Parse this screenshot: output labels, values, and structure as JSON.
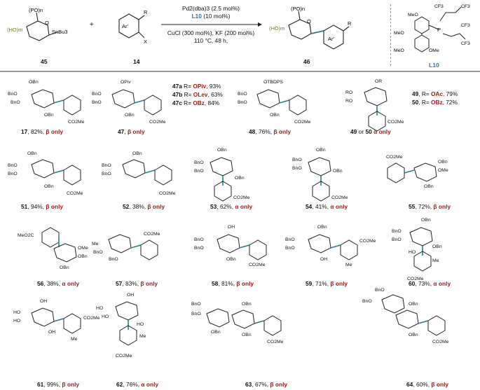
{
  "scheme": {
    "reactant_label": "45",
    "reagent_label": "14",
    "product_label": "46",
    "ligand_label": "L10",
    "conditions": {
      "line1": "Pd2(dba)3 (2.5 mol%)",
      "line2_ligand": "L10",
      "line2_rest": "(10 mol%)",
      "line3": "CuCl (300 mol%), KF (200 mol%)",
      "line4": "110 °C, 48 h,"
    },
    "plus": "+",
    "atoms": {
      "po": "(PO)n",
      "ho": "(HO)m",
      "snbu3": "SnBu3",
      "ar": "Ar'",
      "r": "R",
      "x": "X",
      "o": "O",
      "meo": "MeO",
      "ome": "OMe",
      "cf3": "CF3",
      "p": "P"
    }
  },
  "entries": [
    {
      "num": "17",
      "rest": ", 82%, ",
      "sel": "β only"
    },
    {
      "num": "47",
      "rest": ", ",
      "sel": "β only"
    },
    {
      "num": "48",
      "rest": ", 76%, ",
      "sel": "β only"
    },
    {
      "num": "49",
      "mid": " or ",
      "num2": "50",
      "rest": " ",
      "sel": "α only"
    },
    {
      "num": "51",
      "rest": ", 94%, ",
      "sel": "β only"
    },
    {
      "num": "52",
      "rest": ", 38%, ",
      "sel": "β only"
    },
    {
      "num": "53",
      "rest": ", 62%, ",
      "sel": "α only"
    },
    {
      "num": "54",
      "rest": ", 41%, ",
      "sel": "α only"
    },
    {
      "num": "55",
      "rest": ", 72%, ",
      "sel": "β only"
    },
    {
      "num": "56",
      "rest": ", 38%, ",
      "sel": "α only"
    },
    {
      "num": "57",
      "rest": ", 83%, ",
      "sel": "β only"
    },
    {
      "num": "58",
      "rest": ", 81%, ",
      "sel": "β only"
    },
    {
      "num": "59",
      "rest": ", 71%, ",
      "sel": "β only"
    },
    {
      "num": "60",
      "rest": ", 73%, ",
      "sel": "α only"
    },
    {
      "num": "61",
      "rest": ", 99%, ",
      "sel": "β only"
    },
    {
      "num": "62",
      "rest": ", 76%, ",
      "sel": "α only"
    },
    {
      "num": "63",
      "rest": ", 67%, ",
      "sel": "β only"
    },
    {
      "num": "64",
      "rest": ", 60%, ",
      "sel": "β only"
    }
  ],
  "variants47": [
    {
      "id": "47a",
      "r": "R= ",
      "group": "OPiv",
      "yield": ", 93%"
    },
    {
      "id": "47b",
      "r": "R= ",
      "group": "OLev",
      "yield": ", 63%"
    },
    {
      "id": "47c",
      "r": "R= ",
      "group": "OBz",
      "yield": ", 84%"
    }
  ],
  "variants4950": [
    {
      "id": "49",
      "r": ", R= ",
      "group": "OAc",
      "yield": ", 79%"
    },
    {
      "id": "50",
      "r": ", R= ",
      "group": "OBz",
      "yield": ", 72%"
    }
  ],
  "groups": {
    "obn": "OBn",
    "bno": "BnO",
    "co2me": "CO2Me",
    "meo2c": "MeO2C",
    "opiv": "OPiv",
    "otbdps": "OTBDPS",
    "or": "OR",
    "ro": "RO",
    "oh": "OH",
    "ho": "HO",
    "me": "Me",
    "ome": "OMe",
    "o": "O"
  },
  "colors": {
    "blue": "#2e75b6",
    "red": "#9b1b1b",
    "olive": "#7a7a22",
    "bond": "#222222",
    "newbond": "#2a7a8c"
  }
}
